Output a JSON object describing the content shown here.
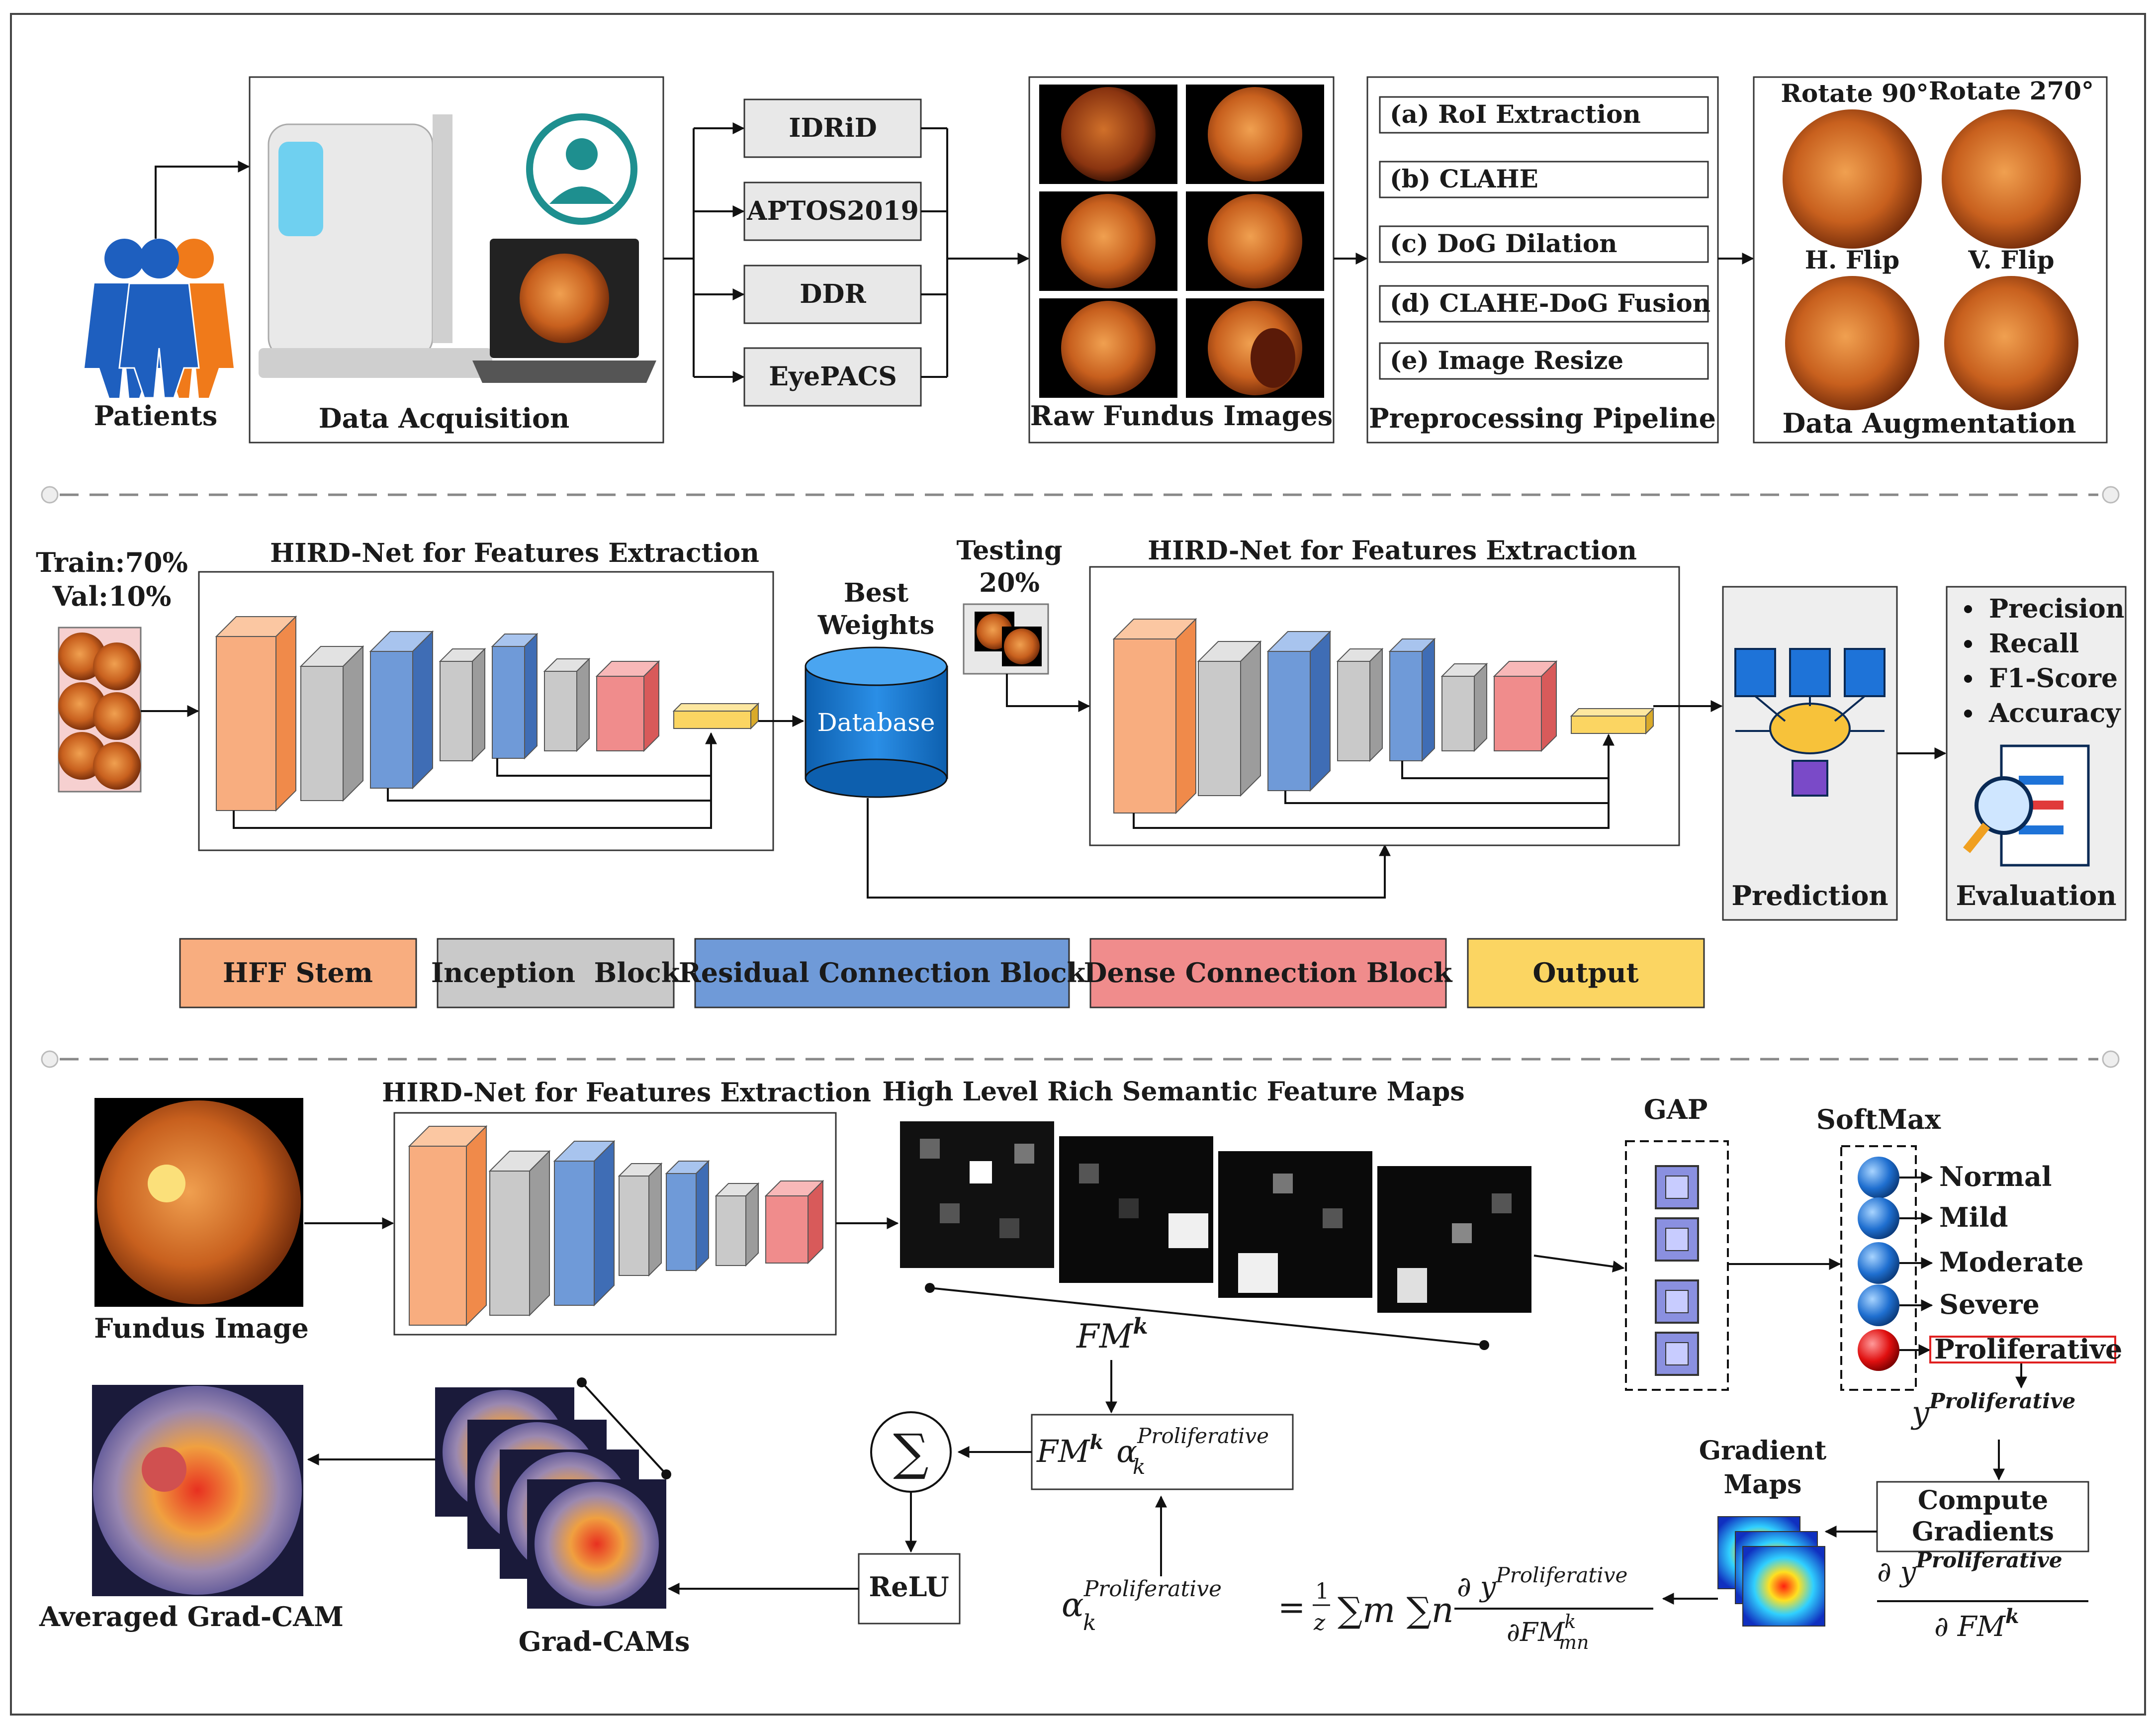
{
  "top_row": {
    "patients_label": "Patients",
    "acquisition_label": "Data Acquisition",
    "datasets": [
      "IDRiD",
      "APTOS2019",
      "DDR",
      "EyePACS"
    ],
    "raw_images_label": "Raw Fundus Images",
    "preprocessing_steps": [
      "(a) RoI Extraction",
      "(b) CLAHE",
      "(c) DoG Dilation",
      "(d) CLAHE-DoG Fusion",
      "(e) Image Resize"
    ],
    "preprocessing_label": "Preprocessing Pipeline",
    "augmentation": {
      "rotate90": "Rotate 90°",
      "rotate270": "Rotate 270°",
      "hflip": "H. Flip",
      "vflip": "V. Flip",
      "label": "Data Augmentation"
    }
  },
  "middle_row": {
    "train_label": "Train:70%",
    "val_label": "Val:10%",
    "net_title_left": "HIRD-Net for Features Extraction",
    "best_weights_line1": "Best",
    "best_weights_line2": "Weights",
    "database_label": "Database",
    "testing_line1": "Testing",
    "testing_line2": "20%",
    "net_title_right": "HIRD-Net for Features Extraction",
    "prediction_label": "Prediction",
    "metrics": [
      "Precision",
      "Recall",
      "F1-Score",
      "Accuracy"
    ],
    "evaluation_label": "Evaluation"
  },
  "legend": [
    {
      "label": "HFF Stem",
      "color": "#f8ad7f"
    },
    {
      "label": "Inception  Block",
      "color": "#c9c9c9"
    },
    {
      "label": "Residual Connection Block",
      "color": "#6f9ad8"
    },
    {
      "label": "Dense Connection Block",
      "color": "#f08c8c"
    },
    {
      "label": "Output",
      "color": "#fbd562"
    }
  ],
  "bottom_row": {
    "fundus_label": "Fundus Image",
    "net_title": "HIRD-Net for Features Extraction",
    "feature_maps_label": "High Level Rich Semantic Feature Maps",
    "fm_label": "FM",
    "fm_sup": "k",
    "gap_label": "GAP",
    "softmax_label": "SoftMax",
    "classes": [
      "Normal",
      "Mild",
      "Moderate",
      "Severe",
      "Proliferative"
    ],
    "y_label": "y",
    "y_sup": "Proliferative",
    "gradient_maps_line1": "Gradient",
    "gradient_maps_line2": "Maps",
    "compute_line1": "Compute",
    "compute_line2": "Gradients",
    "frac_num": "∂ y",
    "frac_den": "∂ FM",
    "frac_den_sup": "k",
    "weighted_fm": "FM",
    "weighted_k": "k",
    "alpha": "α",
    "alpha_sub": "k",
    "alpha_sup": "Proliferative",
    "sum_symbol": "∑",
    "relu_label": "ReLU",
    "formula_eq": "= ",
    "formula_z_num": "1",
    "formula_z_den": "z",
    "formula_sums": "∑m ∑n",
    "formula_num": "∂ y",
    "formula_den": "∂FM",
    "formula_den_sub": "mn",
    "formula_den_sup": "k",
    "gradcams_label": "Grad-CAMs",
    "averaged_label": "Averaged Grad-CAM"
  },
  "colors": {
    "stem": "#f8ad7f",
    "inception": "#c9c9c9",
    "residual": "#6f9ad8",
    "dense": "#f08c8c",
    "output": "#fbd562",
    "database": "#1677c9",
    "fundus": "#c8601e"
  }
}
